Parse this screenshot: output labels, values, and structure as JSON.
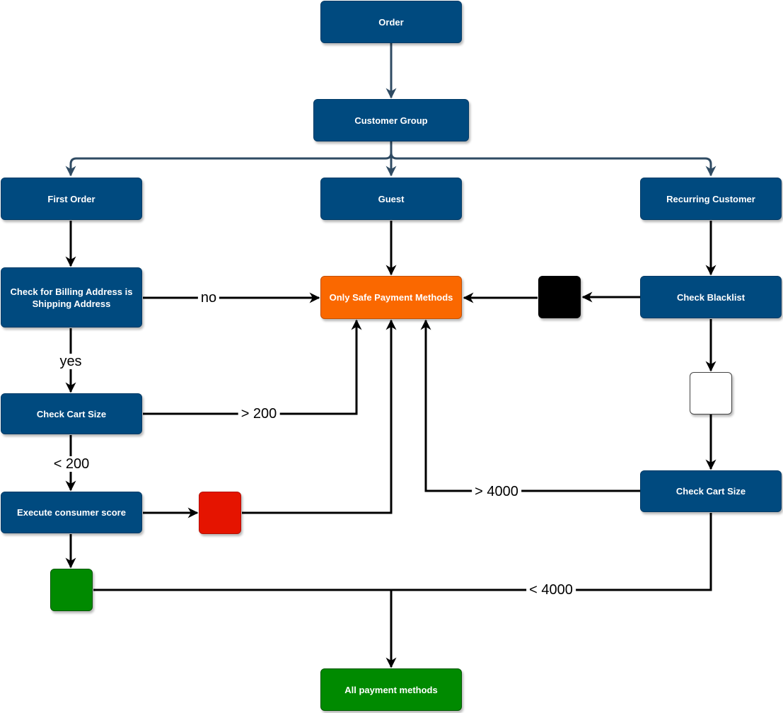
{
  "colors": {
    "primary": "#004a7f",
    "safe": "#fa6800",
    "all": "#008a00",
    "risk": "#e51400",
    "edge_dark": "#2f4b63",
    "edge_black": "#000000"
  },
  "nodes": {
    "order": "Order",
    "customer_group": "Customer Group",
    "first_order": "First Order",
    "guest": "Guest",
    "recurring_customer": "Recurring Customer",
    "check_billing": "Check for Billing Address is Shipping Address",
    "only_safe": "Only Safe Payment Methods",
    "check_blacklist": "Check Blacklist",
    "check_cart_size_left": "Check Cart Size",
    "check_cart_size_right": "Check Cart Size",
    "execute_consumer_score": "Execute consumer score",
    "all_payment_methods": "All payment methods"
  },
  "edge_labels": {
    "no": "no",
    "yes": "yes",
    "gt200": "> 200",
    "lt200": "< 200",
    "gt4000": "> 4000",
    "lt4000": "< 4000"
  }
}
